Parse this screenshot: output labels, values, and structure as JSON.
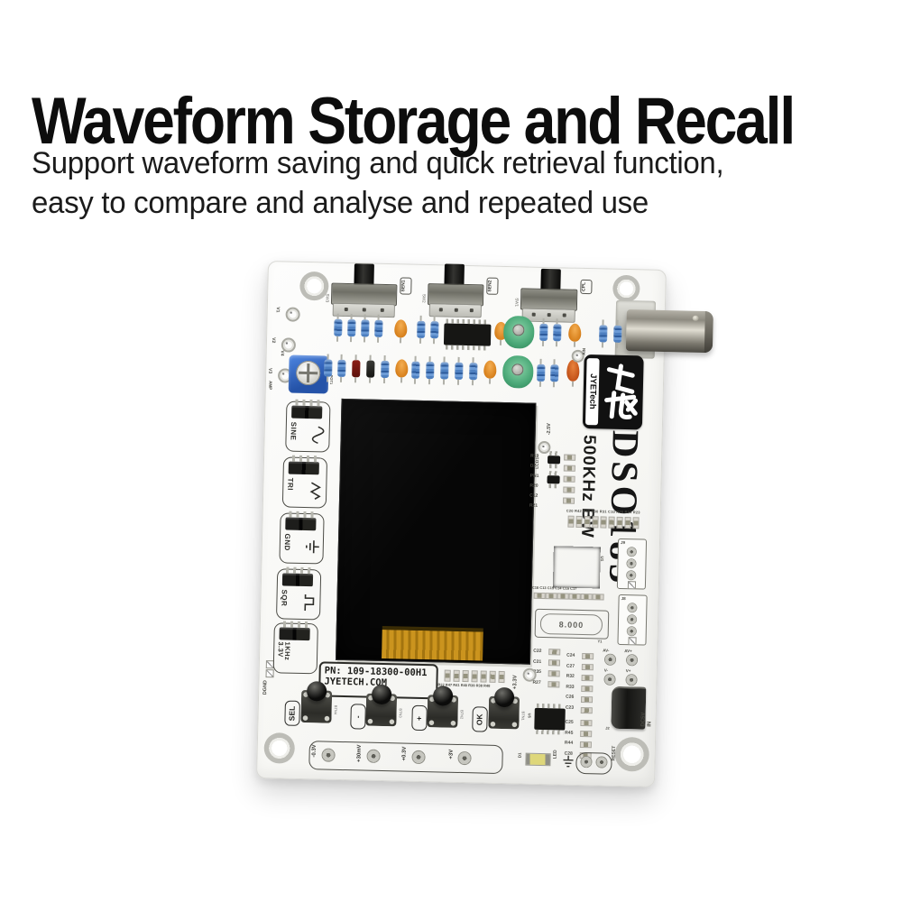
{
  "header": {
    "title": "Waveform Storage and Recall",
    "subtitle_line1": "Support waveform saving and quick retrieval function,",
    "subtitle_line2": "easy to compare and analyse and repeated use"
  },
  "board": {
    "brand": "JYETech",
    "model": "DSO183",
    "bandwidth": "500KHz BW",
    "part_number": "PN: 109-18300-00H1",
    "website": "JYETECH.COM",
    "switch_labels": [
      "SEN1",
      "SEN2",
      "CPL"
    ],
    "switch_refs": [
      "SW3",
      "SW2",
      "SW1"
    ],
    "left_testpoints": [
      "V1",
      "V2",
      "V3",
      "V4"
    ],
    "pot_labels": {
      "amp": "AMP",
      "pot": "POT1"
    },
    "jumpers": [
      {
        "label": "SINE",
        "icon": "sine-wave-icon"
      },
      {
        "label": "TRI",
        "icon": "triangle-wave-icon"
      },
      {
        "label": "GND",
        "icon": "ground-icon"
      },
      {
        "label": "SQR",
        "icon": "square-wave-icon"
      },
      {
        "label": "1KHz\n3.3V",
        "icon": "none"
      }
    ],
    "buttons": [
      "SEL",
      "-",
      "+",
      "OK"
    ],
    "button_refs": [
      "BTN4",
      "BTN3",
      "BTN2",
      "BTN1"
    ],
    "voltage_pads": [
      "-0.3V",
      "+30mV",
      "+0.3V",
      "+3V"
    ],
    "power_labels": {
      "v33": "+3.3V",
      "dc_in": "DC5V\nIN",
      "reset": "RESET",
      "led": "LED",
      "d1": "D1",
      "dgnd": "DGND",
      "ain": "AIN",
      "neg25": "-2.5V",
      "lcd": "LCD1"
    },
    "crystal": "8.000",
    "refs": {
      "u1": "U1",
      "u5": "U5",
      "y1": "Y1",
      "j2": "J2",
      "j9": "J9",
      "j8": "J8"
    },
    "silk_stacks": {
      "mid_column": "R19\nD2\nPN1\nR20\nC12\nR21",
      "smd_row": "C20 R42 R43 R30 R31 C10 R25 R24 R23",
      "mcu_row": "C18 C13 C15 C14 C16 C17",
      "left_column": "C22\nC21\nR35\nR27",
      "right_column": "C24\nC27\nR32\nR33\nC26\nC23",
      "right_column2": "C25\nR45\nR44\nC28",
      "resistor_row": "R22 R47 R41 R40 R39 R38 R48"
    },
    "pad_labels": [
      "AV-",
      "AV+",
      "V-",
      "V+"
    ],
    "colors": {
      "cap_orange": "#e8963a",
      "resistor_blue": "#4d7fc0",
      "trimmer_green": "#57b489",
      "flex_orange": "#c9921c",
      "pot_blue": "#2f66c4"
    }
  }
}
